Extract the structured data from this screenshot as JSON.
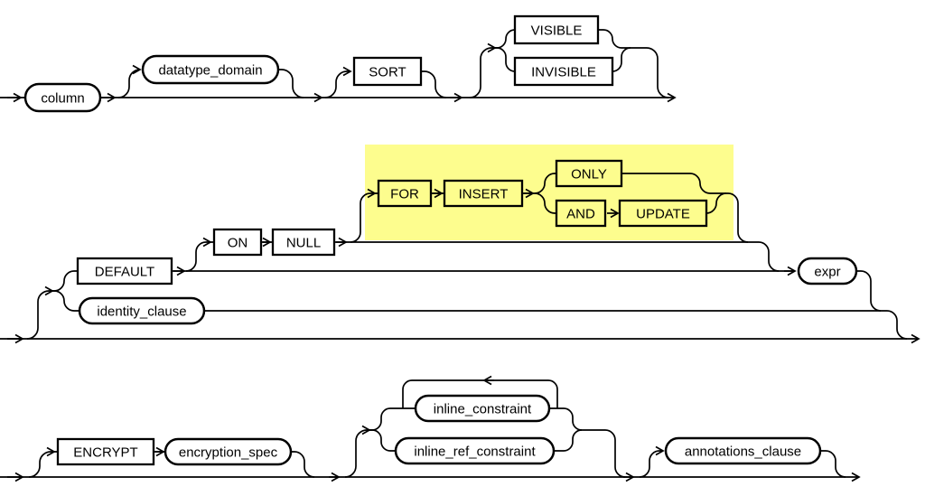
{
  "diagram": {
    "highlight_color": "#fdfd8e",
    "nodes": {
      "column": {
        "label": "column",
        "kind": "variable"
      },
      "datatype_domain": {
        "label": "datatype_domain",
        "kind": "variable"
      },
      "sort": {
        "label": "SORT",
        "kind": "keyword"
      },
      "visible": {
        "label": "VISIBLE",
        "kind": "keyword"
      },
      "invisible": {
        "label": "INVISIBLE",
        "kind": "keyword"
      },
      "default": {
        "label": "DEFAULT",
        "kind": "keyword"
      },
      "on": {
        "label": "ON",
        "kind": "keyword"
      },
      "null": {
        "label": "NULL",
        "kind": "keyword"
      },
      "for": {
        "label": "FOR",
        "kind": "keyword",
        "highlighted": true
      },
      "insert": {
        "label": "INSERT",
        "kind": "keyword",
        "highlighted": true
      },
      "only": {
        "label": "ONLY",
        "kind": "keyword",
        "highlighted": true
      },
      "and": {
        "label": "AND",
        "kind": "keyword",
        "highlighted": true
      },
      "update": {
        "label": "UPDATE",
        "kind": "keyword",
        "highlighted": true
      },
      "expr": {
        "label": "expr",
        "kind": "variable"
      },
      "identity_clause": {
        "label": "identity_clause",
        "kind": "variable"
      },
      "encrypt": {
        "label": "ENCRYPT",
        "kind": "keyword"
      },
      "encryption_spec": {
        "label": "encryption_spec",
        "kind": "variable"
      },
      "inline_constraint": {
        "label": "inline_constraint",
        "kind": "variable",
        "repeatable": true
      },
      "inline_ref_constraint": {
        "label": "inline_ref_constraint",
        "kind": "variable"
      },
      "annotations_clause": {
        "label": "annotations_clause",
        "kind": "variable"
      }
    }
  }
}
